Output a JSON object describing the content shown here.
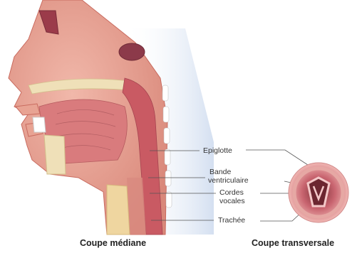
{
  "labels": {
    "epiglotte": "Epiglotte",
    "bande_line1": "Bande",
    "bande_line2": "ventriculaire",
    "cordes_line1": "Cordes",
    "cordes_line2": "vocales",
    "trachee": "Trachée"
  },
  "captions": {
    "median": "Coupe médiane",
    "transverse": "Coupe transversale"
  },
  "colors": {
    "skin": "#e39a8b",
    "skin_dark": "#c96b5f",
    "tissue_pink": "#d97b7d",
    "bone": "#efe0b8",
    "throat_red": "#c95a63",
    "background_blue": "#d7e4f3",
    "leader_line": "#555555"
  }
}
